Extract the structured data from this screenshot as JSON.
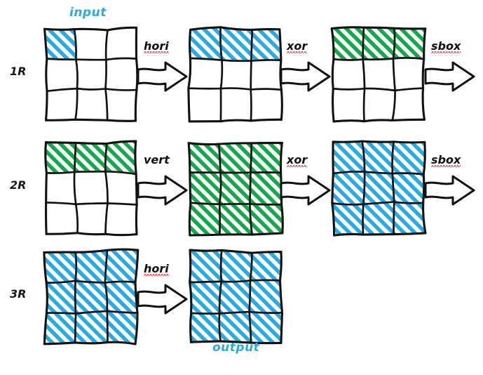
{
  "diagram": {
    "title_labels": {
      "input": "input",
      "output": "output"
    },
    "colors": {
      "blue": "#29ABE2",
      "green": "#14A84A",
      "stroke": "#111111",
      "spellcheck_red": "#ee2222",
      "background": "#ffffff"
    },
    "grid_shape": {
      "rows": 3,
      "cols": 3
    },
    "rows": [
      {
        "label": "1R",
        "grids": [
          {
            "name": "round1-state0",
            "cells": [
              [
                "blue",
                "none",
                "none"
              ],
              [
                "none",
                "none",
                "none"
              ],
              [
                "none",
                "none",
                "none"
              ]
            ]
          },
          {
            "name": "round1-state1",
            "cells": [
              [
                "blue",
                "blue",
                "blue"
              ],
              [
                "none",
                "none",
                "none"
              ],
              [
                "none",
                "none",
                "none"
              ]
            ]
          },
          {
            "name": "round1-state2",
            "cells": [
              [
                "green",
                "green",
                "green"
              ],
              [
                "none",
                "none",
                "none"
              ],
              [
                "none",
                "none",
                "none"
              ]
            ]
          }
        ],
        "ops": [
          {
            "label": "hori",
            "misspelled": true
          },
          {
            "label": "xor",
            "misspelled": true
          },
          {
            "label": "sbox",
            "misspelled": true
          }
        ]
      },
      {
        "label": "2R",
        "grids": [
          {
            "name": "round2-state0",
            "cells": [
              [
                "green",
                "green",
                "green"
              ],
              [
                "none",
                "none",
                "none"
              ],
              [
                "none",
                "none",
                "none"
              ]
            ]
          },
          {
            "name": "round2-state1",
            "cells": [
              [
                "green",
                "green",
                "green"
              ],
              [
                "green",
                "green",
                "green"
              ],
              [
                "green",
                "green",
                "green"
              ]
            ]
          },
          {
            "name": "round2-state2",
            "cells": [
              [
                "blue",
                "blue",
                "blue"
              ],
              [
                "blue",
                "blue",
                "blue"
              ],
              [
                "blue",
                "blue",
                "blue"
              ]
            ]
          }
        ],
        "ops": [
          {
            "label": "vert",
            "misspelled": false
          },
          {
            "label": "xor",
            "misspelled": true
          },
          {
            "label": "sbox",
            "misspelled": true
          }
        ]
      },
      {
        "label": "3R",
        "grids": [
          {
            "name": "round3-state0",
            "cells": [
              [
                "blue",
                "blue",
                "blue"
              ],
              [
                "blue",
                "blue",
                "blue"
              ],
              [
                "blue",
                "blue",
                "blue"
              ]
            ]
          },
          {
            "name": "round3-state1",
            "cells": [
              [
                "blue",
                "blue",
                "blue"
              ],
              [
                "blue",
                "blue",
                "blue"
              ],
              [
                "blue",
                "blue",
                "blue"
              ]
            ]
          }
        ],
        "ops": [
          {
            "label": "hori",
            "misspelled": true
          }
        ]
      }
    ]
  }
}
